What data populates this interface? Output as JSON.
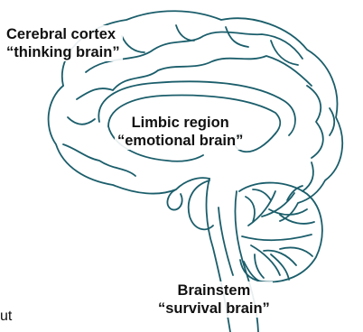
{
  "colors": {
    "outline": "#1b5e6b",
    "text": "#111111",
    "background": "#ffffff"
  },
  "labels": {
    "cortex": {
      "line1": "Cerebral cortex",
      "line2": "“thinking brain”"
    },
    "limbic": {
      "line1": "Limbic region",
      "line2": "“emotional brain”"
    },
    "brainstem": {
      "line1": "Brainstem",
      "line2": "“survival brain”"
    }
  },
  "stray_text": "ut"
}
